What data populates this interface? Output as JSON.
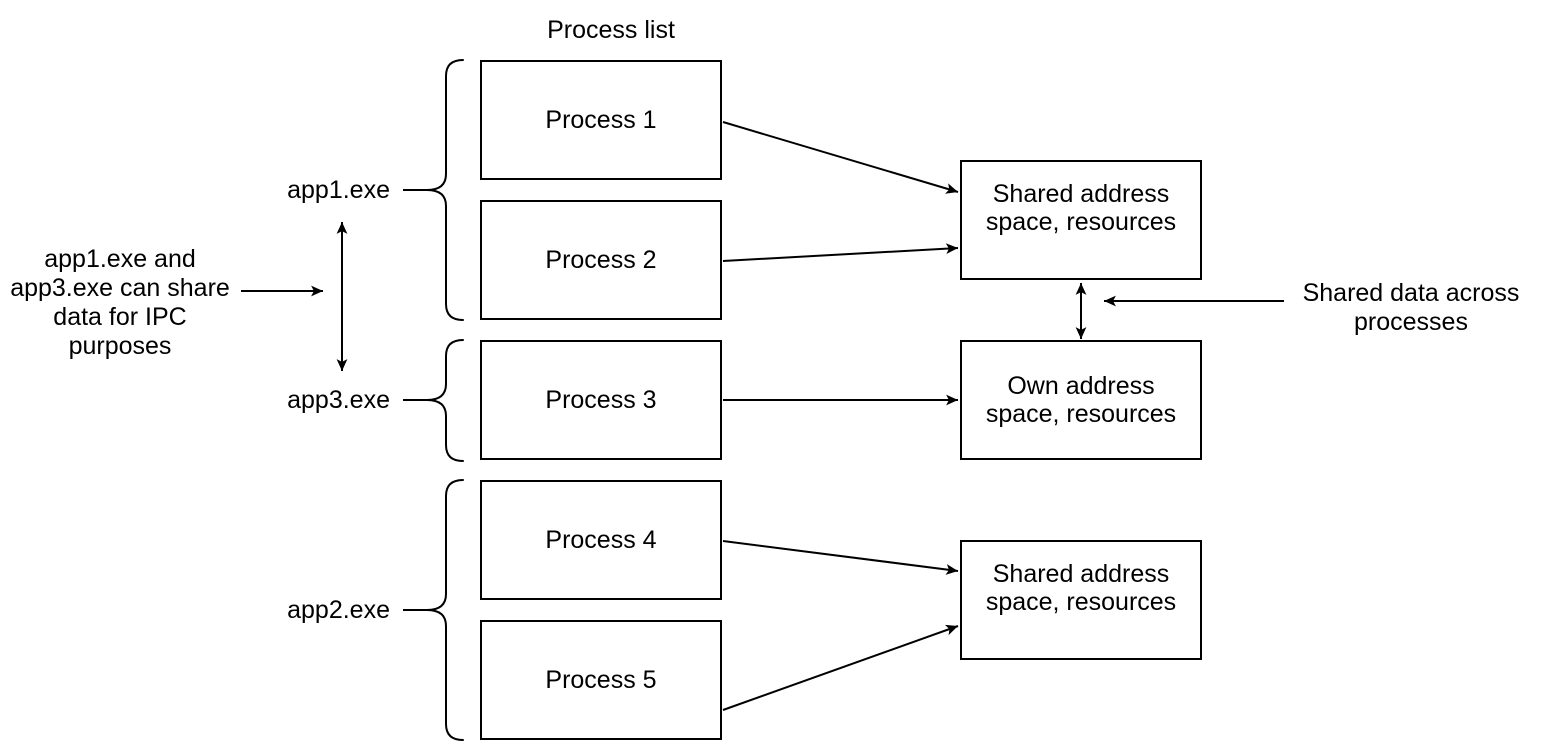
{
  "diagram": {
    "title": "Process list",
    "colors": {
      "stroke": "#000000",
      "background": "#ffffff",
      "text": "#000000"
    },
    "processes": [
      {
        "label": "Process 1"
      },
      {
        "label": "Process 2"
      },
      {
        "label": "Process 3"
      },
      {
        "label": "Process 4"
      },
      {
        "label": "Process 5"
      }
    ],
    "groups": [
      {
        "label": "app1.exe"
      },
      {
        "label": "app3.exe"
      },
      {
        "label": "app2.exe"
      }
    ],
    "resources": [
      {
        "line1": "Shared address",
        "line2": "space, resources"
      },
      {
        "line1": "Own address",
        "line2": "space, resources"
      },
      {
        "line1": "Shared address",
        "line2": "space, resources"
      }
    ],
    "annotations": {
      "ipc": {
        "line1": "app1.exe and",
        "line2": "app3.exe can share",
        "line3": "data for IPC purposes"
      },
      "shared": {
        "line1": "Shared data across",
        "line2": "processes"
      }
    }
  }
}
